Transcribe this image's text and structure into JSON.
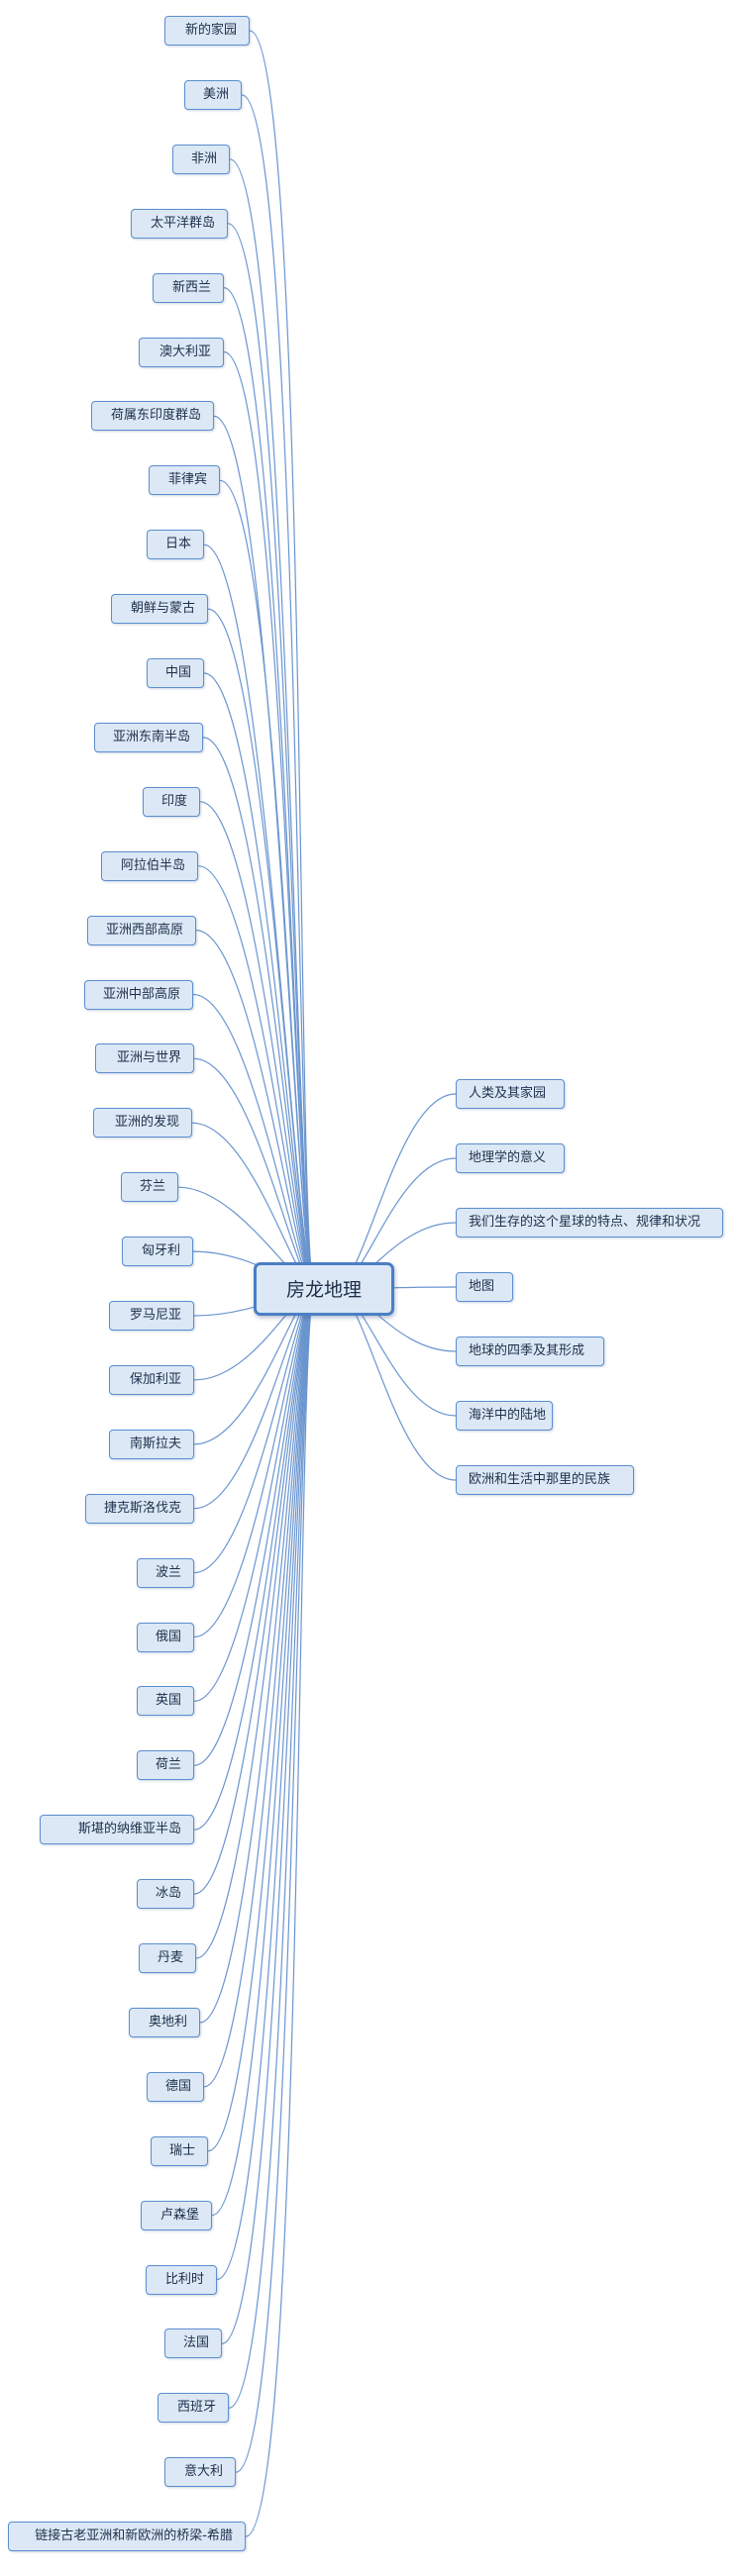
{
  "root": "房龙地理",
  "left_topics": [
    "新的家园",
    "美洲",
    "非洲",
    "太平洋群岛",
    "新西兰",
    "澳大利亚",
    "荷属东印度群岛",
    "菲律宾",
    "日本",
    "朝鲜与蒙古",
    "中国",
    "亚洲东南半岛",
    "印度",
    "阿拉伯半岛",
    "亚洲西部高原",
    "亚洲中部高原",
    "亚洲与世界",
    "亚洲的发现",
    "芬兰",
    "匈牙利",
    "罗马尼亚",
    "保加利亚",
    "南斯拉夫",
    "捷克斯洛伐克",
    "波兰",
    "俄国",
    "英国",
    "荷兰",
    "斯堪的纳维亚半岛",
    "冰岛",
    "丹麦",
    "奥地利",
    "德国",
    "瑞士",
    "卢森堡",
    "比利时",
    "法国",
    "西班牙",
    "意大利",
    "链接古老亚洲和新欧洲的桥梁-希腊"
  ],
  "right_topics": [
    "人类及其家园",
    "地理学的意义",
    "我们生存的这个星球的特点、规律和状况",
    "地图",
    "地球的四季及其形成",
    "海洋中的陆地",
    "欧洲和生活中那里的民族"
  ],
  "colors": {
    "line": "#6a95cf",
    "node_fill": "#dce8f5",
    "node_border": "#5b8ed0",
    "text": "#1d2f4a"
  }
}
